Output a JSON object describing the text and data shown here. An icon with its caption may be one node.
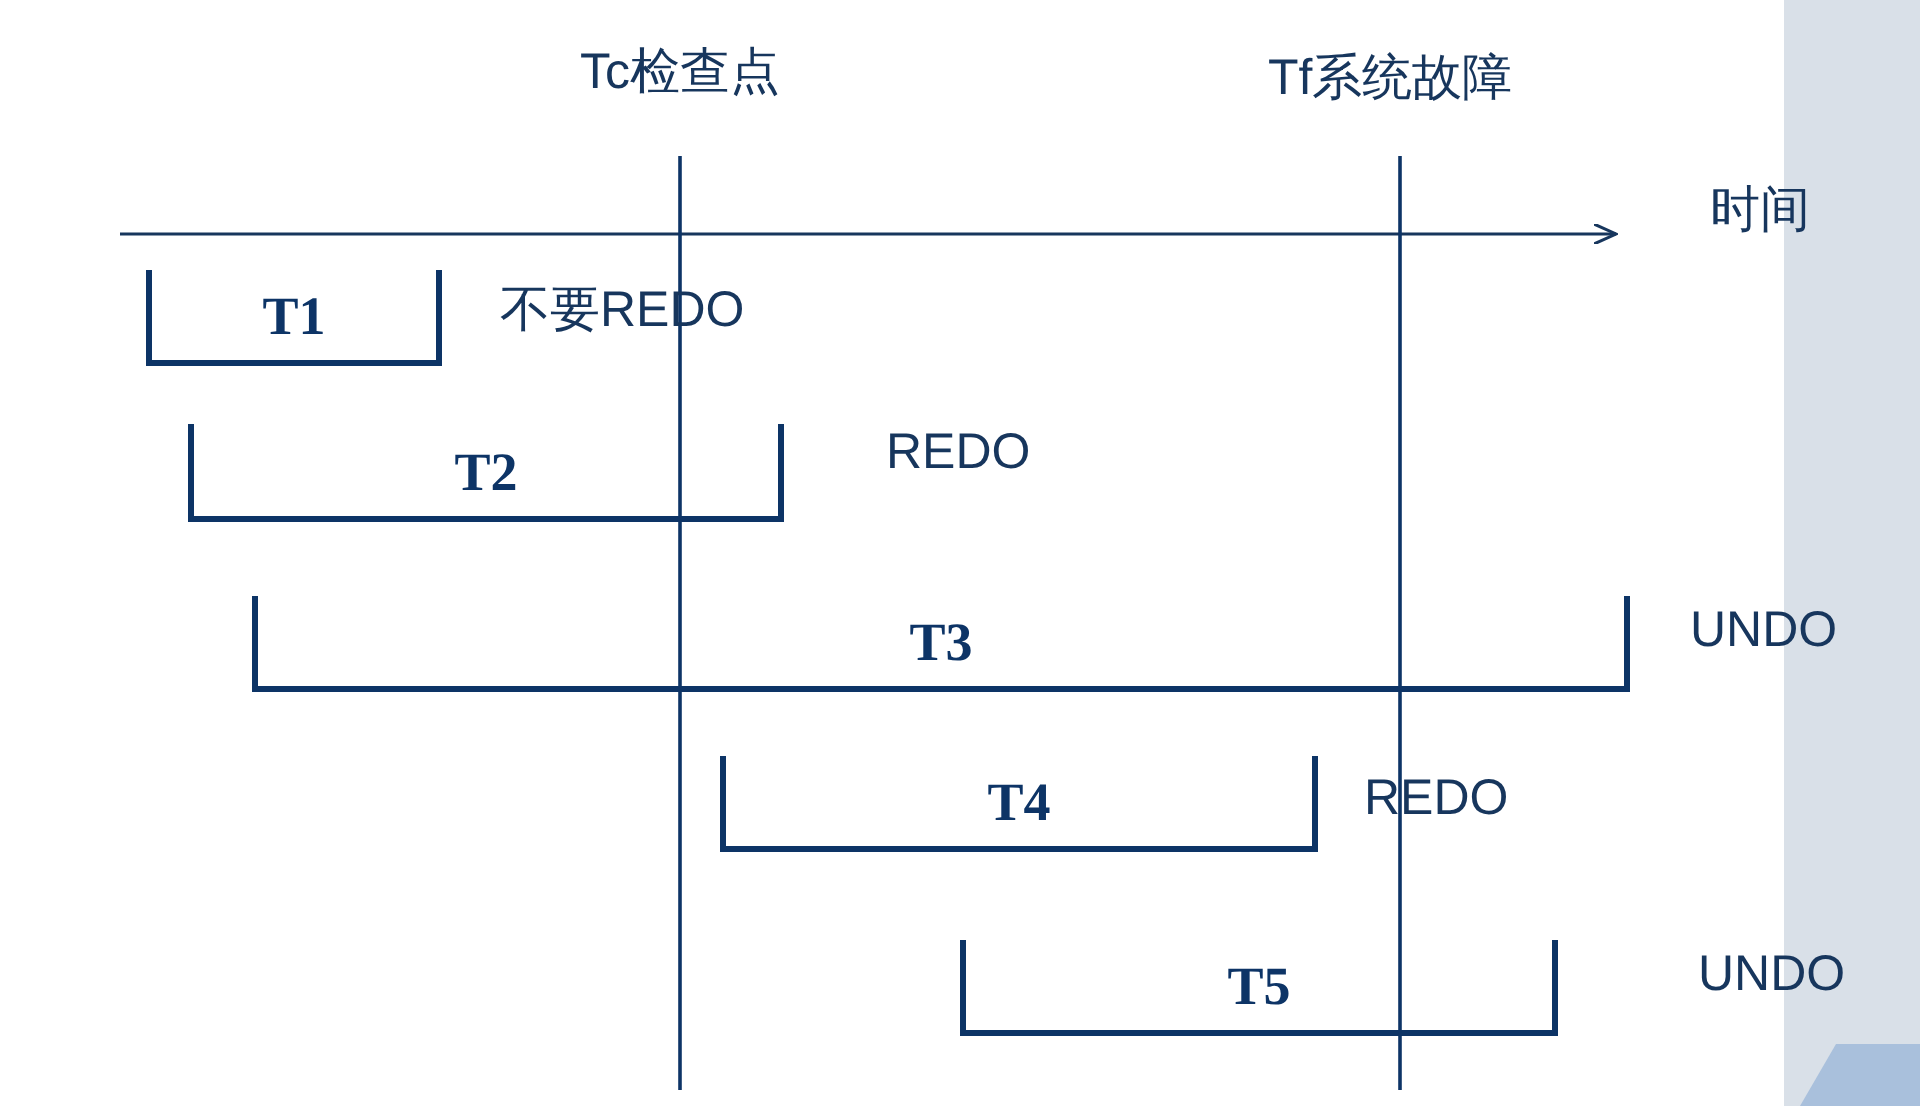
{
  "diagram": {
    "nodes": [
      {
        "text": [
          "T1"
        ],
        "beside": [
          "不要REDO"
        ]
      },
      {
        "text": [
          "T2"
        ],
        "beside": [
          "REDO"
        ]
      },
      {
        "text": [
          "T3"
        ],
        "beside": [
          "UNDO"
        ]
      },
      {
        "text": [
          "T4"
        ],
        "beside": [
          "REDO"
        ]
      },
      {
        "text": [
          "T5"
        ],
        "beside": [
          "UNDO"
        ]
      }
    ],
    "edges": [],
    "labels": [
      "Tc检查点",
      "Tf系统故障",
      "时间"
    ]
  }
}
